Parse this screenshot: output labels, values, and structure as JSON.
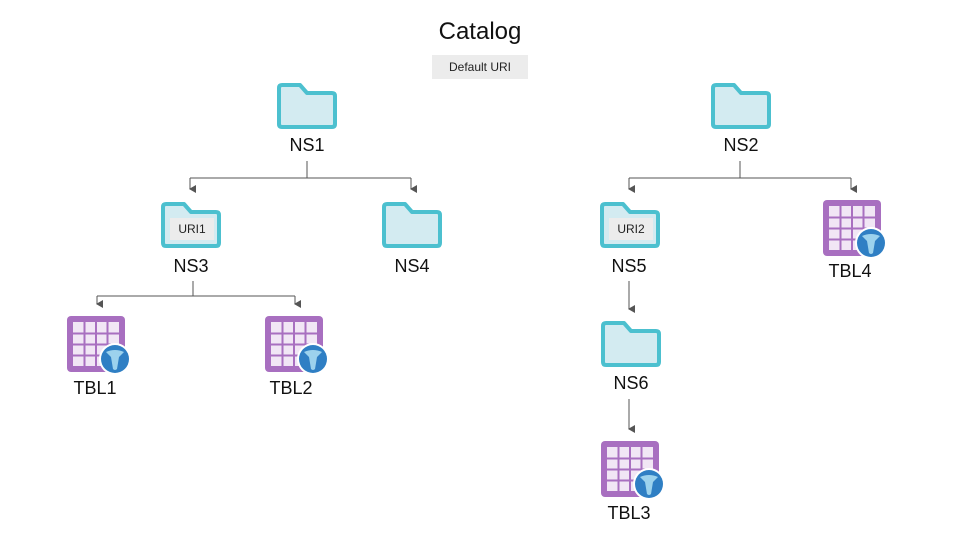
{
  "title": "Catalog",
  "default_uri": "Default URI",
  "nodes": {
    "ns1": {
      "label": "NS1",
      "type": "namespace"
    },
    "ns2": {
      "label": "NS2",
      "type": "namespace"
    },
    "ns3": {
      "label": "NS3",
      "type": "namespace",
      "uri": "URI1"
    },
    "ns4": {
      "label": "NS4",
      "type": "namespace"
    },
    "ns5": {
      "label": "NS5",
      "type": "namespace",
      "uri": "URI2"
    },
    "ns6": {
      "label": "NS6",
      "type": "namespace"
    },
    "tbl1": {
      "label": "TBL1",
      "type": "table"
    },
    "tbl2": {
      "label": "TBL2",
      "type": "table"
    },
    "tbl3": {
      "label": "TBL3",
      "type": "table"
    },
    "tbl4": {
      "label": "TBL4",
      "type": "table"
    }
  },
  "edges": [
    [
      "NS1",
      "NS3"
    ],
    [
      "NS1",
      "NS4"
    ],
    [
      "NS3",
      "TBL1"
    ],
    [
      "NS3",
      "TBL2"
    ],
    [
      "NS2",
      "NS5"
    ],
    [
      "NS2",
      "TBL4"
    ],
    [
      "NS5",
      "NS6"
    ],
    [
      "NS6",
      "TBL3"
    ]
  ],
  "colors": {
    "folder_stroke": "#4cc0cf",
    "folder_fill": "#d3ebf1",
    "table_purple": "#a86fc0",
    "table_cell": "#f1e6f5",
    "globe_blue": "#2f7fc4",
    "line": "#555555"
  }
}
